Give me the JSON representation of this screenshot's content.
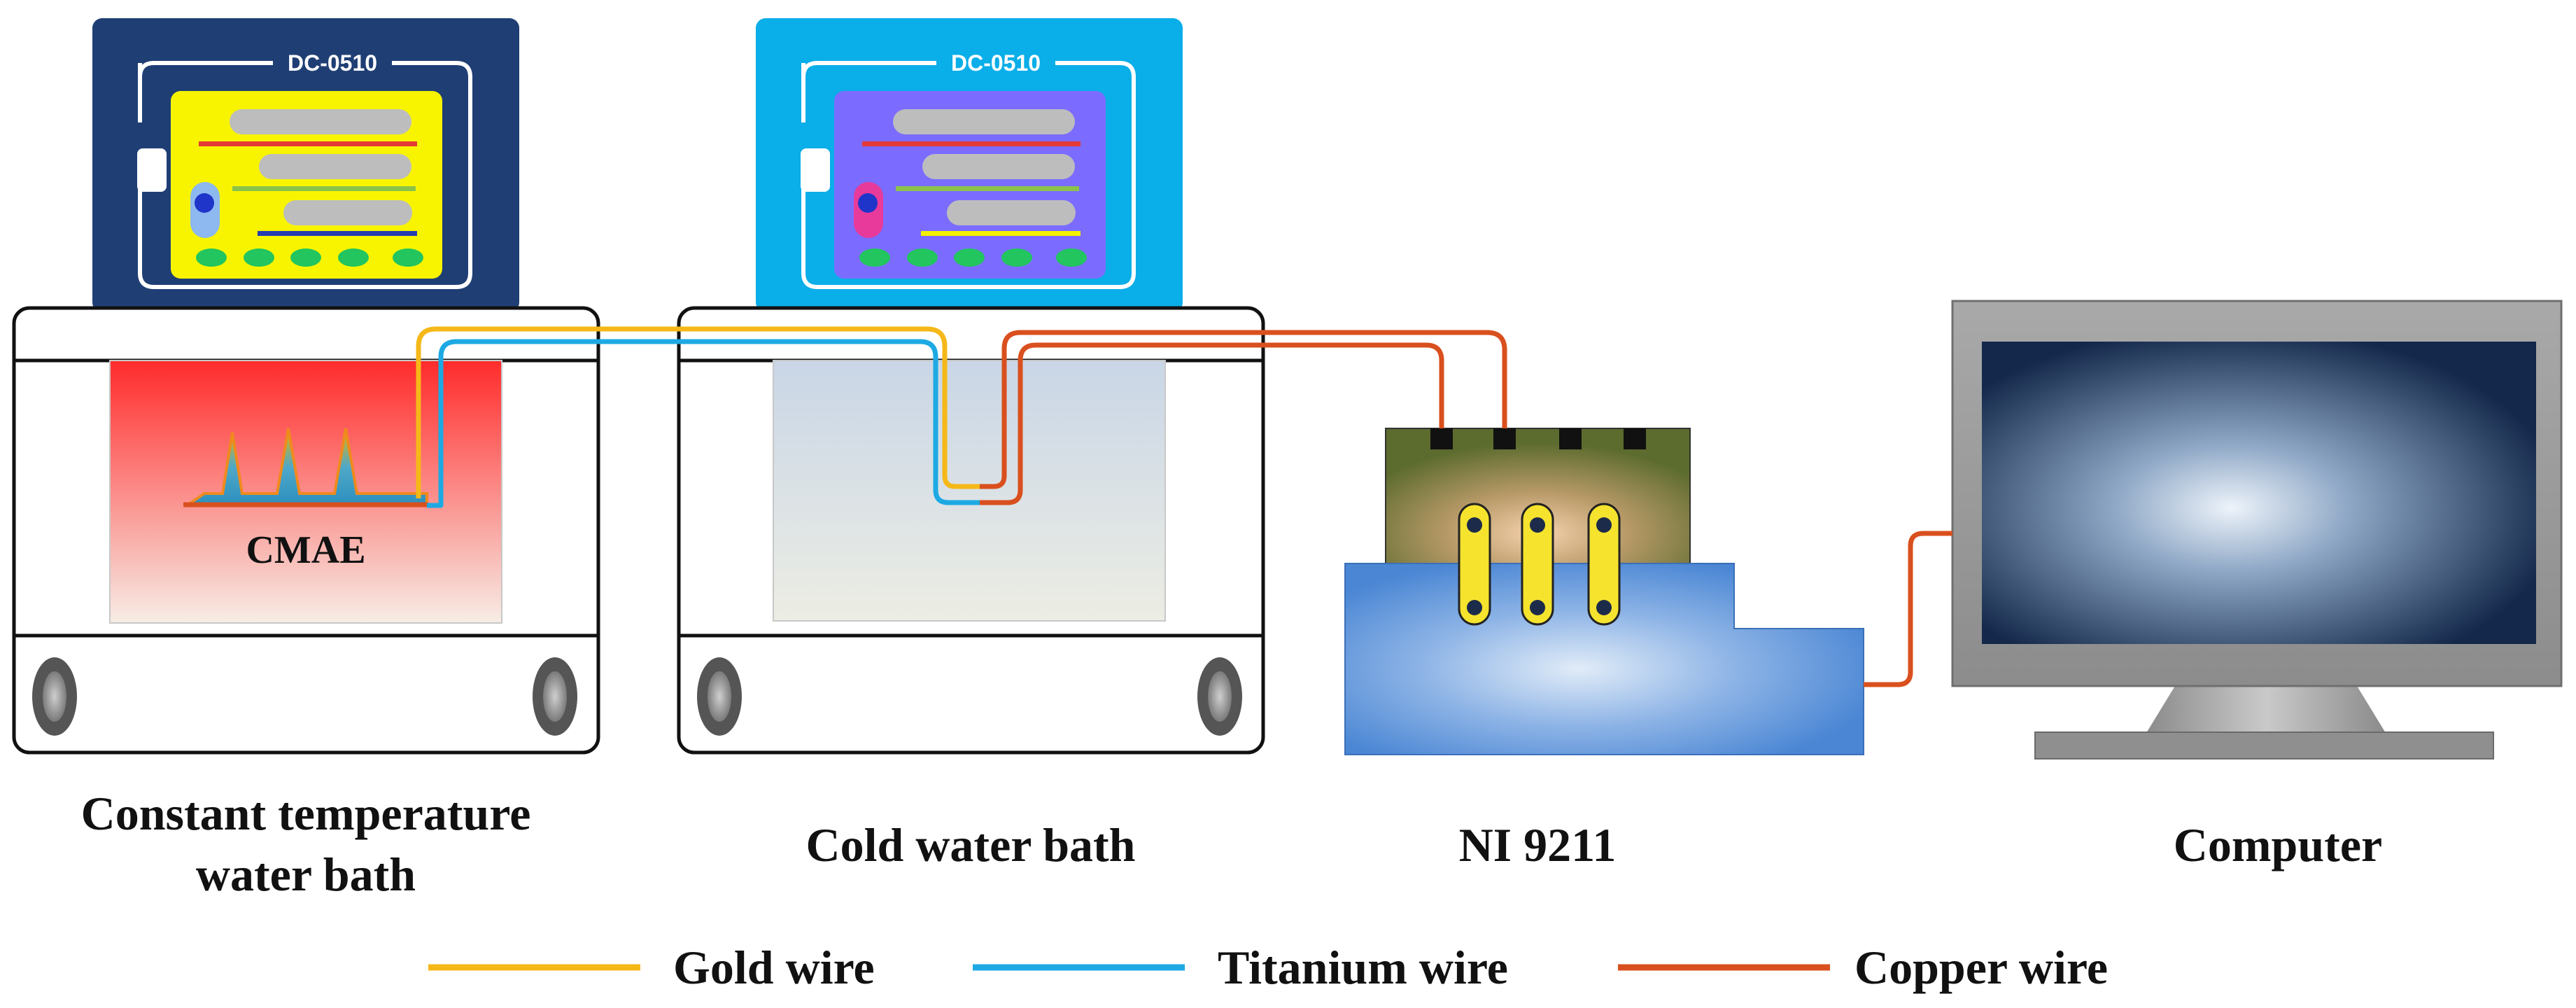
{
  "controllers": [
    {
      "model": "DC-0510"
    },
    {
      "model": "DC-0510"
    }
  ],
  "sample_label": "CMAE",
  "captions": {
    "hot_bath_line1": "Constant temperature",
    "hot_bath_line2": "water bath",
    "cold_bath": "Cold water bath",
    "daq": "NI 9211",
    "computer": "Computer"
  },
  "legend": [
    {
      "label": "Gold wire",
      "color": "#F5B818"
    },
    {
      "label": "Titanium wire",
      "color": "#1DA9E3"
    },
    {
      "label": "Copper wire",
      "color": "#D9501E"
    }
  ],
  "colors": {
    "controller_dark": "#1F3F74",
    "controller_light": "#0AAEE8",
    "display_yellow": "#F8F400",
    "display_purple": "#7B6CFF",
    "button_green": "#22C55E"
  }
}
